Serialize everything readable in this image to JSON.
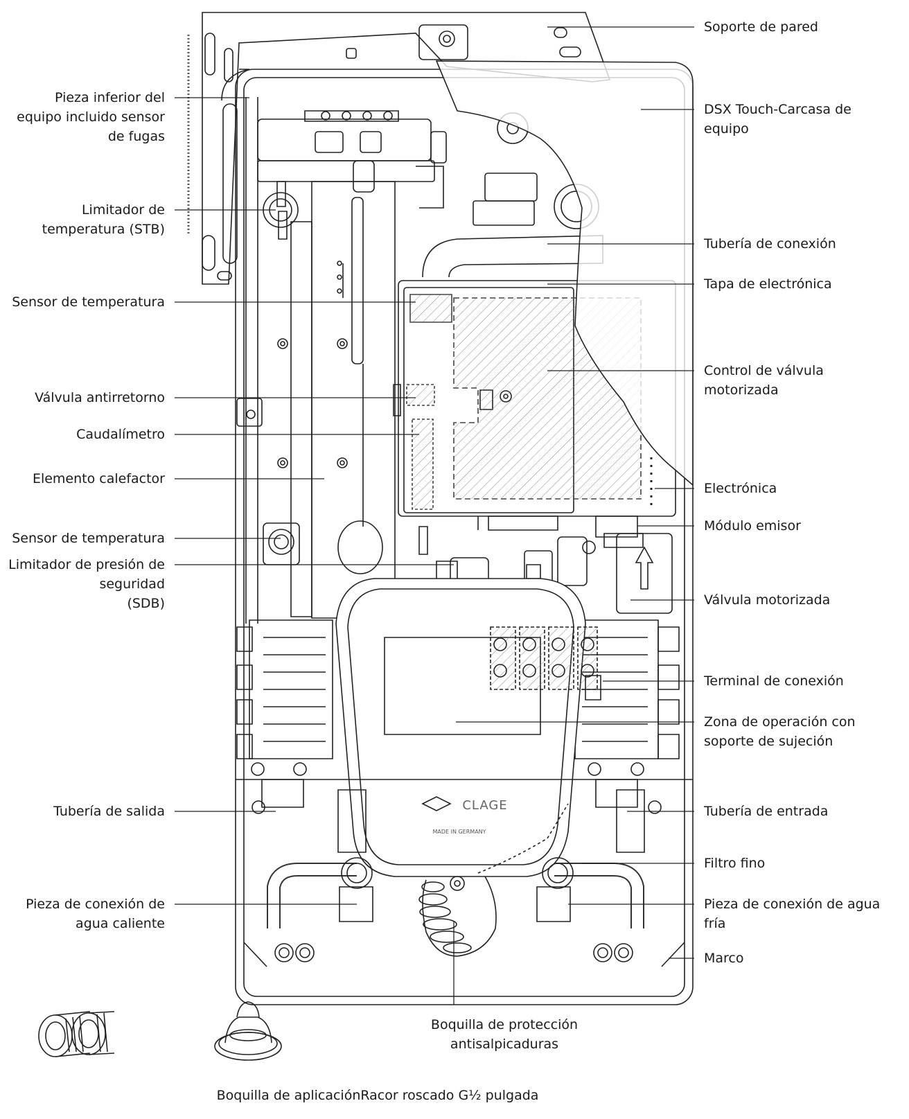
{
  "diagram": {
    "labels_left": [
      {
        "id": "pieza-inferior",
        "lines": [
          "Pieza inferior del",
          "equipo incluido sensor",
          "de fugas"
        ]
      },
      {
        "id": "limitador-temperatura",
        "lines": [
          "Limitador de",
          "temperatura (STB)"
        ]
      },
      {
        "id": "sensor-temperatura-1",
        "lines": [
          "Sensor de temperatura"
        ]
      },
      {
        "id": "valvula-antirretorno",
        "lines": [
          "Válvula antirretorno"
        ]
      },
      {
        "id": "caudalimetro",
        "lines": [
          "Caudalímetro"
        ]
      },
      {
        "id": "elemento-calefactor",
        "lines": [
          "Elemento calefactor"
        ]
      },
      {
        "id": "sensor-temperatura-2",
        "lines": [
          "Sensor de temperatura"
        ]
      },
      {
        "id": "limitador-presion",
        "lines": [
          "Limitador de presión de",
          "seguridad",
          "(SDB)"
        ]
      },
      {
        "id": "tuberia-salida",
        "lines": [
          "Tubería de salida"
        ]
      },
      {
        "id": "conexion-agua-caliente",
        "lines": [
          "Pieza de conexión de",
          "agua caliente"
        ]
      }
    ],
    "labels_right": [
      {
        "id": "soporte-pared",
        "lines": [
          "Soporte de pared"
        ]
      },
      {
        "id": "carcasa",
        "lines": [
          "DSX Touch-Carcasa de",
          "equipo"
        ]
      },
      {
        "id": "tuberia-conexion",
        "lines": [
          "Tubería de conexión"
        ]
      },
      {
        "id": "tapa-electronica",
        "lines": [
          "Tapa de electrónica"
        ]
      },
      {
        "id": "control-valvula",
        "lines": [
          "Control de válvula",
          "motorizada"
        ]
      },
      {
        "id": "electronica",
        "lines": [
          "Electrónica"
        ]
      },
      {
        "id": "modulo-emisor",
        "lines": [
          "Módulo emisor"
        ]
      },
      {
        "id": "valvula-motorizada",
        "lines": [
          "Válvula motorizada"
        ]
      },
      {
        "id": "terminal-conexion",
        "lines": [
          "Terminal de conexión"
        ]
      },
      {
        "id": "zona-operacion",
        "lines": [
          "Zona de operación con",
          "soporte de sujeción"
        ]
      },
      {
        "id": "tuberia-entrada",
        "lines": [
          "Tubería de entrada"
        ]
      },
      {
        "id": "filtro-fino",
        "lines": [
          "Filtro fino"
        ]
      },
      {
        "id": "conexion-agua-fria",
        "lines": [
          "Pieza de conexión de agua",
          "fría"
        ]
      },
      {
        "id": "marco",
        "lines": [
          "Marco"
        ]
      }
    ],
    "labels_bottom": [
      {
        "id": "boquilla-proteccion",
        "lines": [
          "Boquilla de protección",
          "antisalpicaduras"
        ]
      },
      {
        "id": "boquilla-racor",
        "lines": [
          "Boquilla de aplicaciónRacor roscado G½ pulgada"
        ]
      }
    ],
    "brand": {
      "logo_text": "CLAGE",
      "made_in": "MADE IN GERMANY"
    }
  }
}
